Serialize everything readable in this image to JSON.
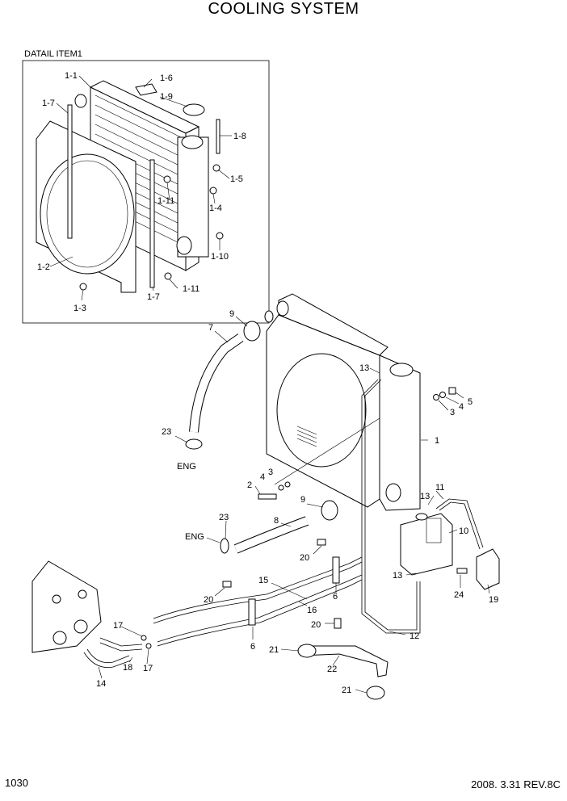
{
  "title": "COOLING SYSTEM",
  "detail_title": "DATAIL ITEM1",
  "footer": {
    "page": "1030",
    "revision": "2008. 3.31  REV.8C"
  },
  "labels": {
    "l_1_1": "1-1",
    "l_1_6": "1-6",
    "l_1_7a": "1-7",
    "l_1_9": "1-9",
    "l_1_8": "1-8",
    "l_1_5": "1-5",
    "l_1_11a": "1-11",
    "l_1_4": "1-4",
    "l_1_10": "1-10",
    "l_1_2": "1-2",
    "l_1_11b": "1-11",
    "l_1_7b": "1-7",
    "l_1_3": "1-3",
    "l_9a": "9",
    "l_7": "7",
    "l_13a": "13",
    "l_3a": "3",
    "l_4a": "4",
    "l_5": "5",
    "l_1": "1",
    "l_23a": "23",
    "l_enga": "ENG",
    "l_4b": "4",
    "l_3b": "3",
    "l_2": "2",
    "l_9b": "9",
    "l_8": "8",
    "l_23b": "23",
    "l_engb": "ENG",
    "l_11": "11",
    "l_13b": "13",
    "l_10": "10",
    "l_20a": "20",
    "l_15": "15",
    "l_6a": "6",
    "l_13c": "13",
    "l_24": "24",
    "l_19": "19",
    "l_20b": "20",
    "l_16": "16",
    "l_17a": "17",
    "l_6b": "6",
    "l_20c": "20",
    "l_12": "12",
    "l_21a": "21",
    "l_22": "22",
    "l_18": "18",
    "l_17b": "17",
    "l_14": "14",
    "l_21b": "21"
  }
}
